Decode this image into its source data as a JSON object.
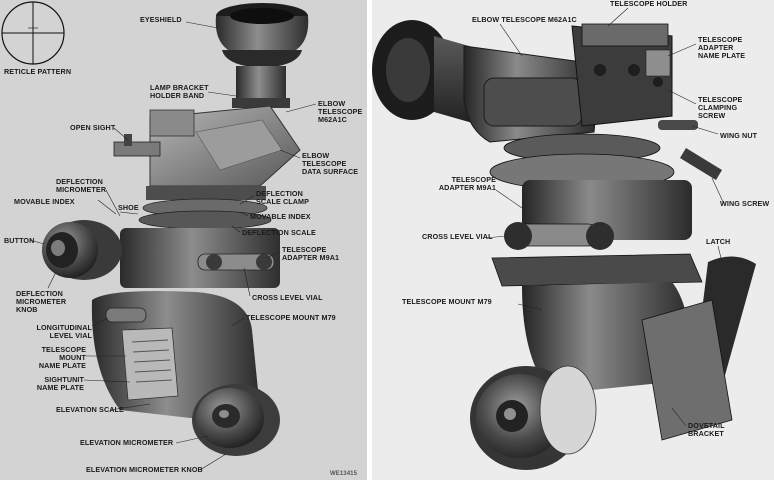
{
  "colors": {
    "paper_left": "#d3d3d3",
    "paper_right": "#ececec",
    "divider": "#ffffff",
    "metal_dark": "#2a2a2a",
    "metal_mid": "#6e6e6e",
    "metal_light": "#a8a8a8",
    "ink": "#1b1b1b"
  },
  "left_view": {
    "reticle_label": "RETICLE PATTERN",
    "labels": {
      "eyeshield": "EYESHIELD",
      "lamp_bracket_holder_band": "LAMP BRACKET\nHOLDER BAND",
      "elbow_telescope_m62a1c": "ELBOW\nTELESCOPE\nM62A1C",
      "open_sight": "OPEN SIGHT",
      "elbow_telescope_data_surface": "ELBOW\nTELESCOPE\nDATA SURFACE",
      "deflection_micrometer": "DEFLECTION\nMICROMETER",
      "movable_index_left": "MOVABLE INDEX",
      "shoe": "SHOE",
      "deflection_scale_clamp": "DEFLECTION\nSCALE CLAMP",
      "movable_index_right": "MOVABLE INDEX",
      "deflection_scale": "DEFLECTION SCALE",
      "button": "BUTTON",
      "telescope_adapter_m9a1": "TELESCOPE\nADAPTER M9A1",
      "deflection_micrometer_knob": "DEFLECTION\nMICROMETER\nKNOB",
      "cross_level_vial": "CROSS LEVEL VIAL",
      "telescope_mount_m79": "TELESCOPE MOUNT M79",
      "longitudinal_level_vial": "LONGITUDINAL\nLEVEL VIAL",
      "telescope_mount_name_plate": "TELESCOPE\nMOUNT\nNAME PLATE",
      "sightunit_name_plate": "SIGHTUNIT\nNAME PLATE",
      "elevation_scale": "ELEVATION SCALE",
      "elevation_micrometer": "ELEVATION MICROMETER",
      "elevation_micrometer_knob": "ELEVATION MICROMETER KNOB",
      "figure_code": "WE13415"
    }
  },
  "right_view": {
    "labels": {
      "telescope_holder": "TELESCOPE HOLDER",
      "elbow_telescope_m62a1c": "ELBOW TELESCOPE M62A1C",
      "telescope_adapter_name_plate": "TELESCOPE\nADAPTER\nNAME PLATE",
      "telescope_clamping_screw": "TELESCOPE\nCLAMPING\nSCREW",
      "wing_nut": "WING NUT",
      "telescope_adapter_m9a1": "TELESCOPE\nADAPTER M9A1",
      "wing_screw": "WING SCREW",
      "cross_level_vial": "CROSS LEVEL VIAL",
      "latch": "LATCH",
      "telescope_mount_m79": "TELESCOPE MOUNT M79",
      "dovetail_bracket": "DOVETAIL\nBRACKET"
    }
  }
}
